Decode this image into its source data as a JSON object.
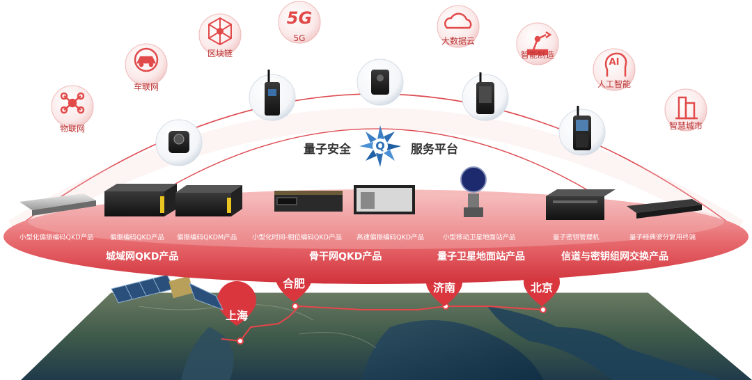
{
  "applications": [
    {
      "label": "物联网",
      "icon": "iot-icon"
    },
    {
      "label": "车联网",
      "icon": "car-network-icon"
    },
    {
      "label": "区块链",
      "icon": "blockchain-icon"
    },
    {
      "label": "5G",
      "icon": "5g-icon",
      "icon_text": "5G"
    },
    {
      "label": "大数据云",
      "icon": "cloud-icon"
    },
    {
      "label": "智能制造",
      "icon": "robot-arm-icon"
    },
    {
      "label": "人工智能",
      "icon": "ai-icon",
      "icon_text": "AI"
    },
    {
      "label": "智慧城市",
      "icon": "smart-city-icon"
    }
  ],
  "platform": {
    "left_text": "量子安全",
    "right_text": "服务平台",
    "logo_letter": "Q"
  },
  "products": [
    "小型化偏振编码QKD产品",
    "偏振编码QKD产品",
    "偏振编码QKDM产品",
    "小型化时间-相位编码QKD产品",
    "高速偏振编码QKD产品",
    "小型移动卫星地面站产品",
    "量子密钥管理机",
    "量子经典波分复用终端"
  ],
  "categories": [
    "城域网QKD产品",
    "骨干网QKD产品",
    "量子卫星地面站产品",
    "信道与密钥组网交换产品"
  ],
  "cities": [
    "上海",
    "合肥",
    "济南",
    "北京"
  ],
  "colors": {
    "accent": "#d9363e",
    "ellipse_light": "#f4a8a8",
    "ellipse_dark": "#d83a42",
    "bubble_red": "#e24a4a"
  }
}
